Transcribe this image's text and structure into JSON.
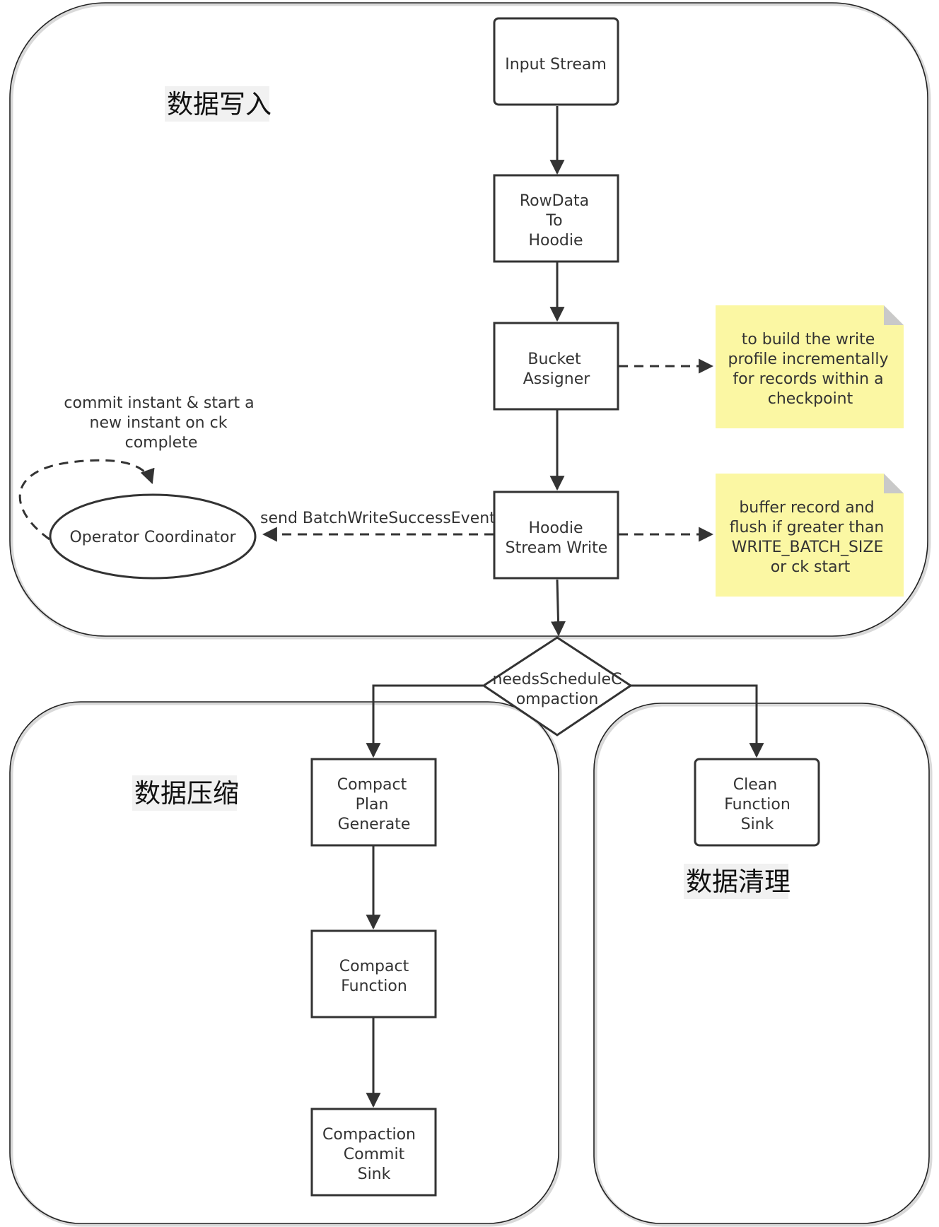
{
  "regions": {
    "write": {
      "title": "数据写入"
    },
    "compact": {
      "title": "数据压缩"
    },
    "clean": {
      "title": "数据清理"
    }
  },
  "nodes": {
    "input_stream": [
      "Input Stream"
    ],
    "rowdata": [
      "RowData",
      "To",
      "Hoodie"
    ],
    "bucket": [
      "Bucket",
      "Assigner"
    ],
    "stream_write": [
      "Hoodie",
      "Stream Write"
    ],
    "coordinator": [
      "Operator Coordinator"
    ],
    "decision": [
      "needsScheduleC",
      "ompaction"
    ],
    "compact_plan": [
      "Compact",
      "Plan",
      "Generate"
    ],
    "compact_function": [
      "Compact",
      "Function"
    ],
    "compaction_commit": [
      "Compaction",
      "Commit",
      "Sink"
    ],
    "clean_sink": [
      "Clean",
      "Function",
      "Sink"
    ]
  },
  "notes": {
    "bucket_note": [
      "to build the write",
      "profile incrementally",
      "for records within a",
      "checkpoint"
    ],
    "write_note": [
      "buffer record and",
      "flush if greater than",
      "WRITE_BATCH_SIZE",
      "or ck start"
    ]
  },
  "edge_labels": {
    "self_loop": [
      "commit instant & start a",
      "new instant on ck",
      "complete"
    ],
    "send_event": "send BatchWriteSuccessEvent"
  },
  "colors": {
    "note_fill": "#fbf7a3",
    "stroke": "#333333"
  }
}
